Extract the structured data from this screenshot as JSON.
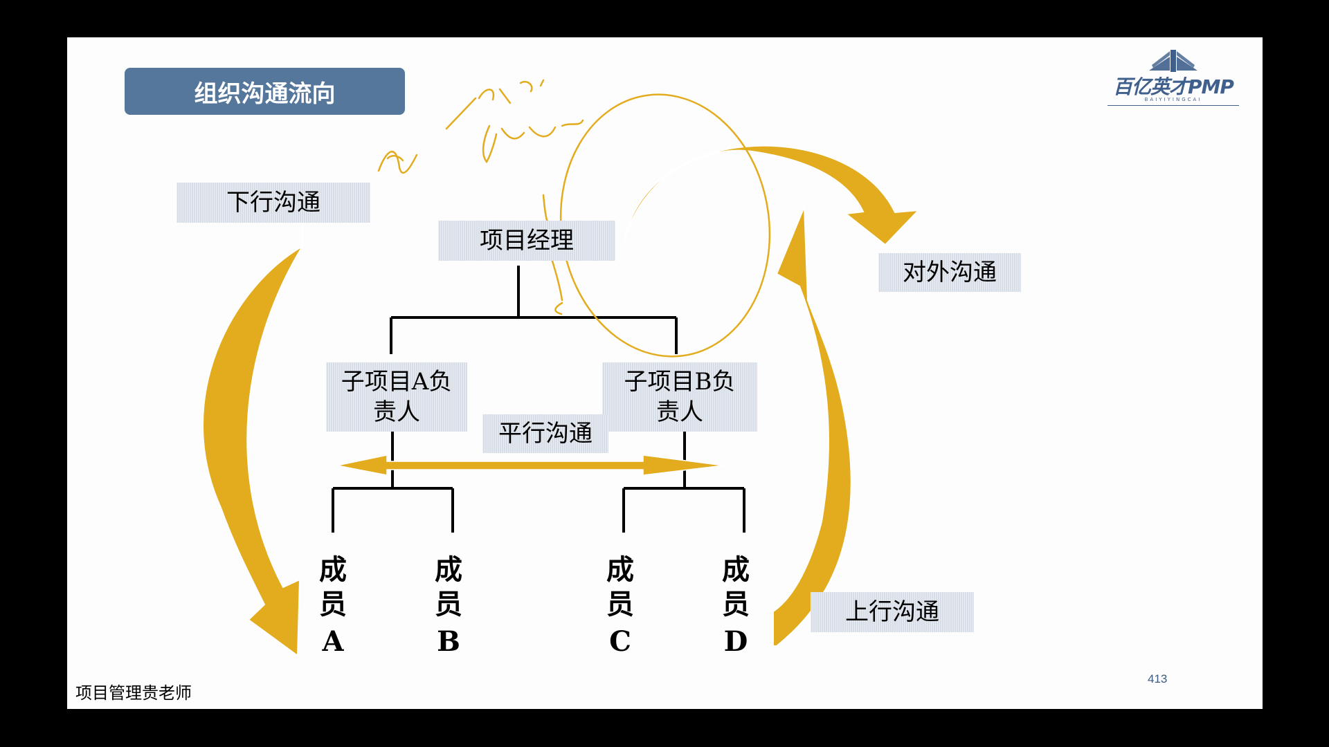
{
  "title": "组织沟通流向",
  "logo": {
    "brand": "百亿英才PMP",
    "sub": "BAIYIYINGCAI"
  },
  "boxes": {
    "downward": "下行沟通",
    "pm": "项目经理",
    "external": "对外沟通",
    "sub_a": "子项目A负责人",
    "sub_b": "子项目B负责人",
    "parallel": "平行沟通",
    "upward": "上行沟通"
  },
  "members": [
    {
      "top": "成",
      "mid": "员",
      "letter": "A"
    },
    {
      "top": "成",
      "mid": "员",
      "letter": "B"
    },
    {
      "top": "成",
      "mid": "员",
      "letter": "C"
    },
    {
      "top": "成",
      "mid": "员",
      "letter": "D"
    }
  ],
  "footer": "项目管理贵老师",
  "page_number": "413",
  "colors": {
    "arrow": "#e2ac1e",
    "title_bar": "#55779b",
    "box": "#d7dde6",
    "ink": "#e2ac1e"
  }
}
